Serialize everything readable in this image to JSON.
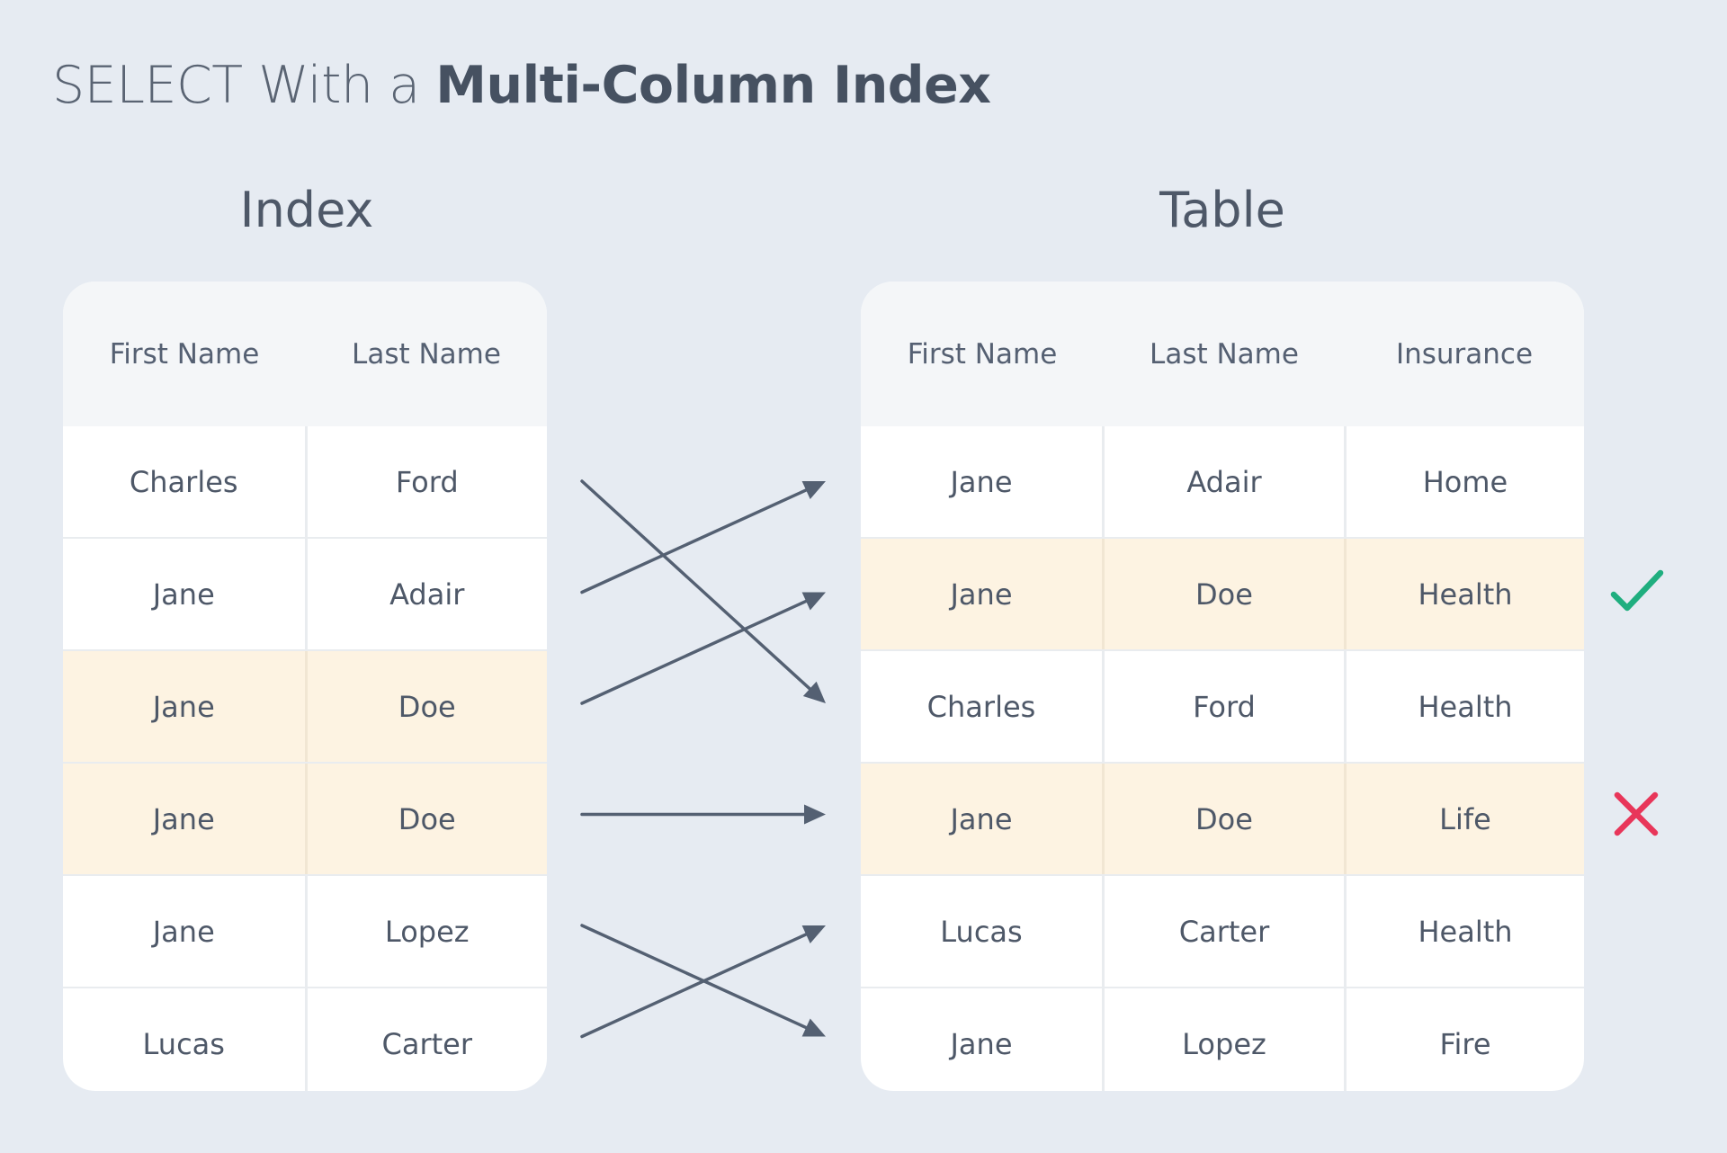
{
  "title": {
    "prefix": "SELECT With a ",
    "bold": "Multi-Column Index"
  },
  "index": {
    "heading": "Index",
    "columns": [
      "First Name",
      "Last Name"
    ],
    "rows": [
      [
        "Charles",
        "Ford"
      ],
      [
        "Jane",
        "Adair"
      ],
      [
        "Jane",
        "Doe"
      ],
      [
        "Jane",
        "Doe"
      ],
      [
        "Jane",
        "Lopez"
      ],
      [
        "Lucas",
        "Carter"
      ]
    ],
    "highlighted_rows": [
      2,
      3
    ]
  },
  "table": {
    "heading": "Table",
    "columns": [
      "First Name",
      "Last Name",
      "Insurance"
    ],
    "rows": [
      [
        "Jane",
        "Adair",
        "Home"
      ],
      [
        "Jane",
        "Doe",
        "Health"
      ],
      [
        "Charles",
        "Ford",
        "Health"
      ],
      [
        "Jane",
        "Doe",
        "Life"
      ],
      [
        "Lucas",
        "Carter",
        "Health"
      ],
      [
        "Jane",
        "Lopez",
        "Fire"
      ]
    ],
    "highlighted_rows": [
      1,
      3
    ]
  },
  "mappings": [
    {
      "from_index_row": 0,
      "to_table_row": 2
    },
    {
      "from_index_row": 1,
      "to_table_row": 0
    },
    {
      "from_index_row": 2,
      "to_table_row": 1
    },
    {
      "from_index_row": 3,
      "to_table_row": 3
    },
    {
      "from_index_row": 4,
      "to_table_row": 5
    },
    {
      "from_index_row": 5,
      "to_table_row": 4
    }
  ],
  "results": [
    {
      "table_row": 1,
      "icon": "check-icon",
      "color": "#1fae7f"
    },
    {
      "table_row": 3,
      "icon": "cross-icon",
      "color": "#e8365a"
    }
  ],
  "colors": {
    "background": "#e6ebf2",
    "highlight": "#fdf3e2",
    "arrow": "#546072"
  }
}
